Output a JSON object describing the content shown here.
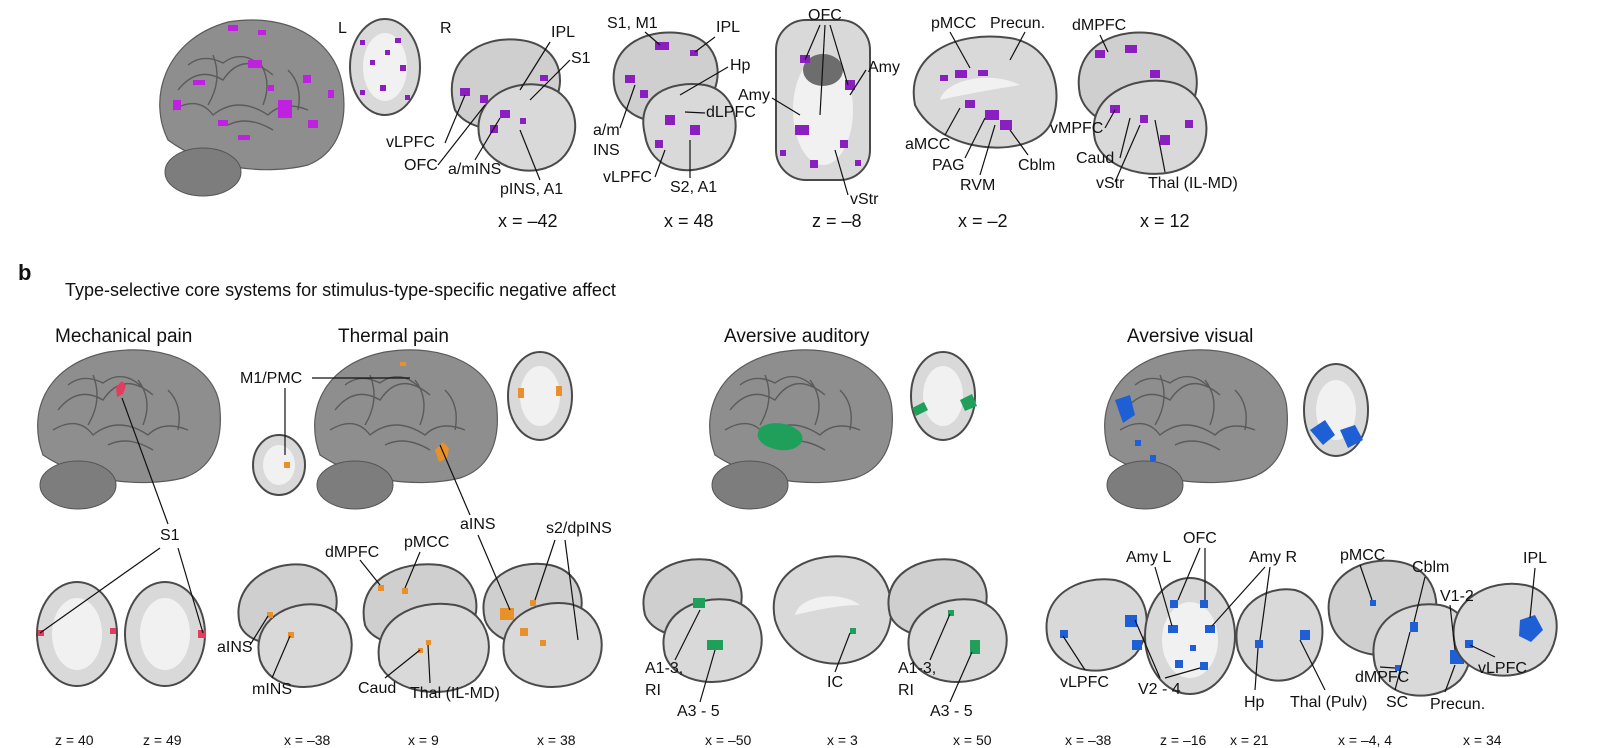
{
  "colors": {
    "panel_a_blob": "#8a1fbf",
    "panel_a_3d": "#c020e0",
    "mechanical": "#e23d5e",
    "thermal": "#e8902a",
    "auditory": "#1fa05a",
    "visual": "#1f5fd6"
  },
  "panel_a": {
    "orientation_left": "L",
    "orientation_right": "R",
    "labels": {
      "ipl": "IPL",
      "s1": "S1",
      "vlpfc": "vLPFC",
      "ofc": "OFC",
      "amins": "a/mINS",
      "pins_a1": "pINS, A1",
      "s1m1": "S1, M1",
      "ipl2": "IPL",
      "hp": "Hp",
      "dlpfc": "dLPFC",
      "am": "a/m",
      "ins": "INS",
      "vlpfc2": "vLPFC",
      "s2a1": "S2, A1",
      "ofc2": "OFC",
      "amy": "Amy",
      "amy2": "Amy",
      "vstr": "vStr",
      "pmcc": "pMCC",
      "precun": "Precun.",
      "amcc": "aMCC",
      "pag": "PAG",
      "rvm": "RVM",
      "cblm": "Cblm",
      "dmpfc": "dMPFC",
      "vmpfc": "vMPFC",
      "caud": "Caud",
      "vstr2": "vStr",
      "thal": "Thal (IL-MD)"
    },
    "coords": [
      "x = –42",
      "x = 48",
      "z = –8",
      "x = –2",
      "x = 12"
    ]
  },
  "panel_b": {
    "letter": "b",
    "title": "Type-selective core systems for stimulus-type-specific negative affect",
    "categories": [
      "Mechanical pain",
      "Thermal pain",
      "Aversive auditory",
      "Aversive visual"
    ],
    "labels": {
      "s1": "S1",
      "m1pmc": "M1/PMC",
      "ains": "aINS",
      "dmpfc": "dMPFC",
      "pmcc": "pMCC",
      "s2dpins": "s2/dpINS",
      "ains2": "aINS",
      "mins": "mINS",
      "caud": "Caud",
      "thal": "Thal (IL-MD)",
      "a13_1": "A1-3,",
      "ri_1": "RI",
      "a35_1": "A3 - 5",
      "ic": "IC",
      "a13_2": "A1-3,",
      "ri_2": "RI",
      "a35_2": "A3 - 5",
      "ofc": "OFC",
      "amyl": "Amy L",
      "amyr": "Amy R",
      "pmcc2": "pMCC",
      "cblm": "Cblm",
      "ipl": "IPL",
      "v12": "V1-2",
      "vlpfc": "vLPFC",
      "v24": "V2 - 4",
      "dmpfc2": "dMPFC",
      "vlpfc2": "vLPFC",
      "hp": "Hp",
      "thalpulv": "Thal (Pulv)",
      "sc": "SC",
      "precun": "Precun."
    },
    "coords": [
      "z = 40",
      "z = 49",
      "x = –38",
      "x = 9",
      "x = 38",
      "x = –50",
      "x = 3",
      "x = 50",
      "x = –38",
      "z = –16",
      "x = 21",
      "x = –4, 4",
      "x = 34"
    ]
  }
}
